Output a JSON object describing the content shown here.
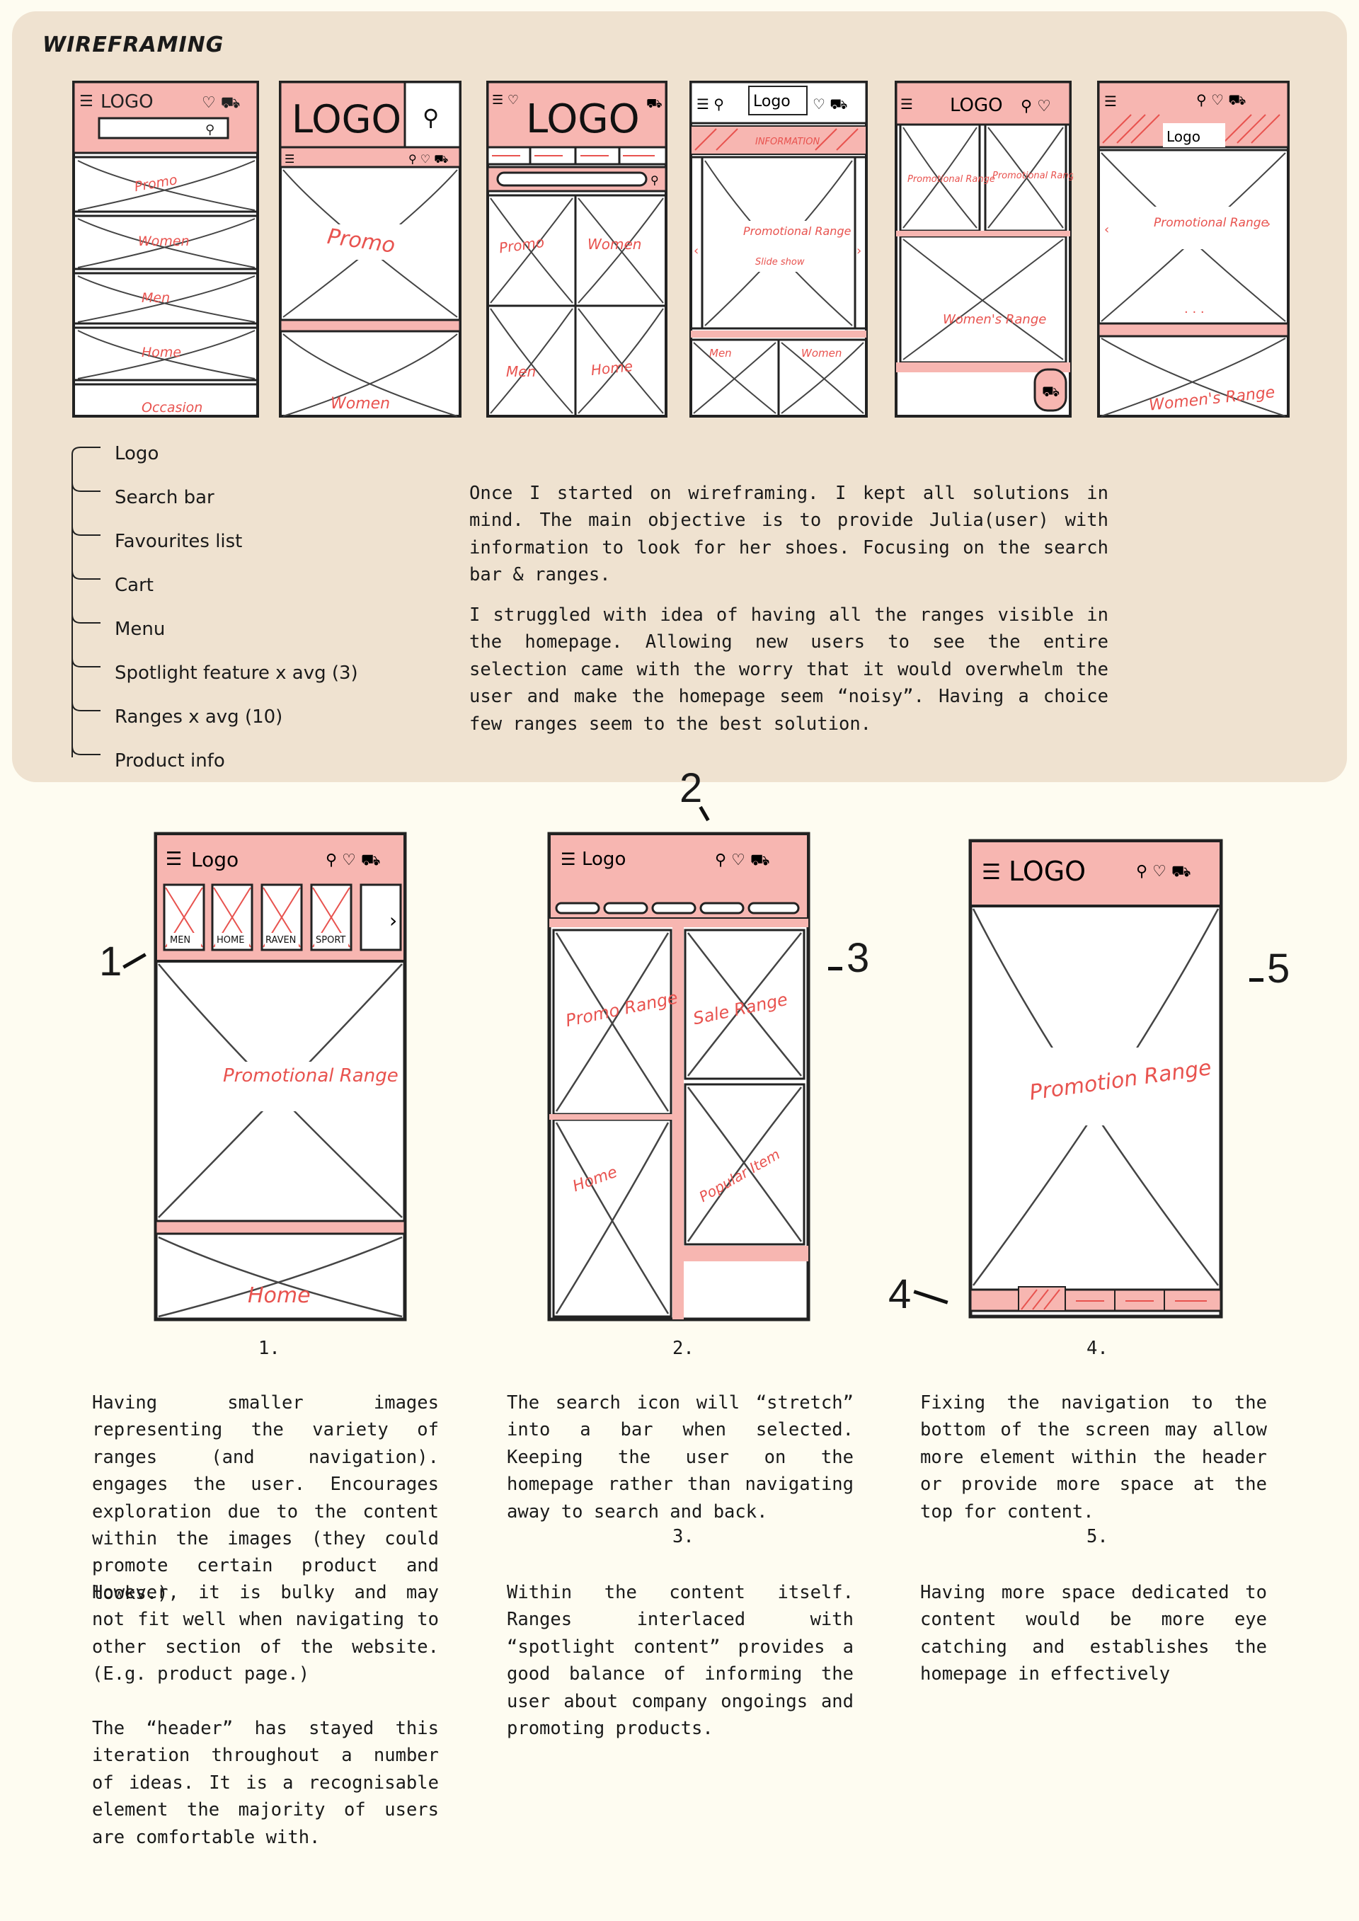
{
  "title": "WIREFRAMING",
  "sketch_labels": {
    "logo": "LOGO",
    "logo_small": "Logo",
    "information": "INFORMATION",
    "promo": "Promo",
    "women": "Women",
    "men": "Men",
    "home": "Home",
    "occasion": "Occasion",
    "promotional_range": "Promotional Range",
    "slide_show": "Slide show",
    "womens_range": "Women's Range",
    "promo_range": "Promo Range",
    "sale_range": "Sale Range",
    "popular_item": "Popular Item",
    "promotion_range": "Promotion Range",
    "tile_labels": [
      "MEN",
      "HOME",
      "RAVEN",
      "SPORT"
    ]
  },
  "feature_list": [
    "Logo",
    "Search bar",
    "Favourites list",
    "Cart",
    "Menu",
    "Spotlight feature x avg (3)",
    "Ranges  x avg (10)",
    "Product info"
  ],
  "intro": {
    "p1": "Once I started on wireframing. I kept all solutions in mind. The main objective is to provide Julia(user) with information to look for her shoes. Focusing on the search bar & ranges.",
    "p2": "I struggled with idea of having all the ranges visible in the homepage. Allowing new users to see the entire selection came with the worry that it would overwhelm the user and make the homepage seem “noisy”. Having a choice few ranges seem to the best solution."
  },
  "annotations": {
    "a1": "1",
    "a2": "2",
    "a3": "3",
    "a4": "4",
    "a5": "5"
  },
  "notes": {
    "n1_label": "1.",
    "n1_text": "Having smaller images representing the variety of ranges (and navigation). engages the user. Encourages exploration due to the content within the images (they could promote certain product and looks.)",
    "n1_text_b": "However, it is bulky and may not fit well when navigating to other section of the website. (E.g. product page.)",
    "n1_text_c": "The “header” has stayed this iteration throughout a number of ideas. It is a recognisable element the majority of users are comfortable with.",
    "n2_label": "2.",
    "n2_text": "The search icon will “stretch” into a bar when selected. Keeping the user on the homepage rather than navigating away to search and back.",
    "n3_label": "3.",
    "n3_text": "Within the content itself. Ranges interlaced with “spotlight content” provides a good balance of informing the user about company ongoings and promoting products.",
    "n4_label": "4.",
    "n4_text": "Fixing the navigation to the bottom of the screen may allow more element within the header or provide more space at the top for content.",
    "n5_label": "5.",
    "n5_text": "Having more space dedicated to content would be more eye catching and establishes the homepage in effectively"
  },
  "colors": {
    "panel": "#efe2d0",
    "page": "#fefcf1",
    "pink": "#f7b6b1",
    "red_ink": "#e8534f"
  }
}
